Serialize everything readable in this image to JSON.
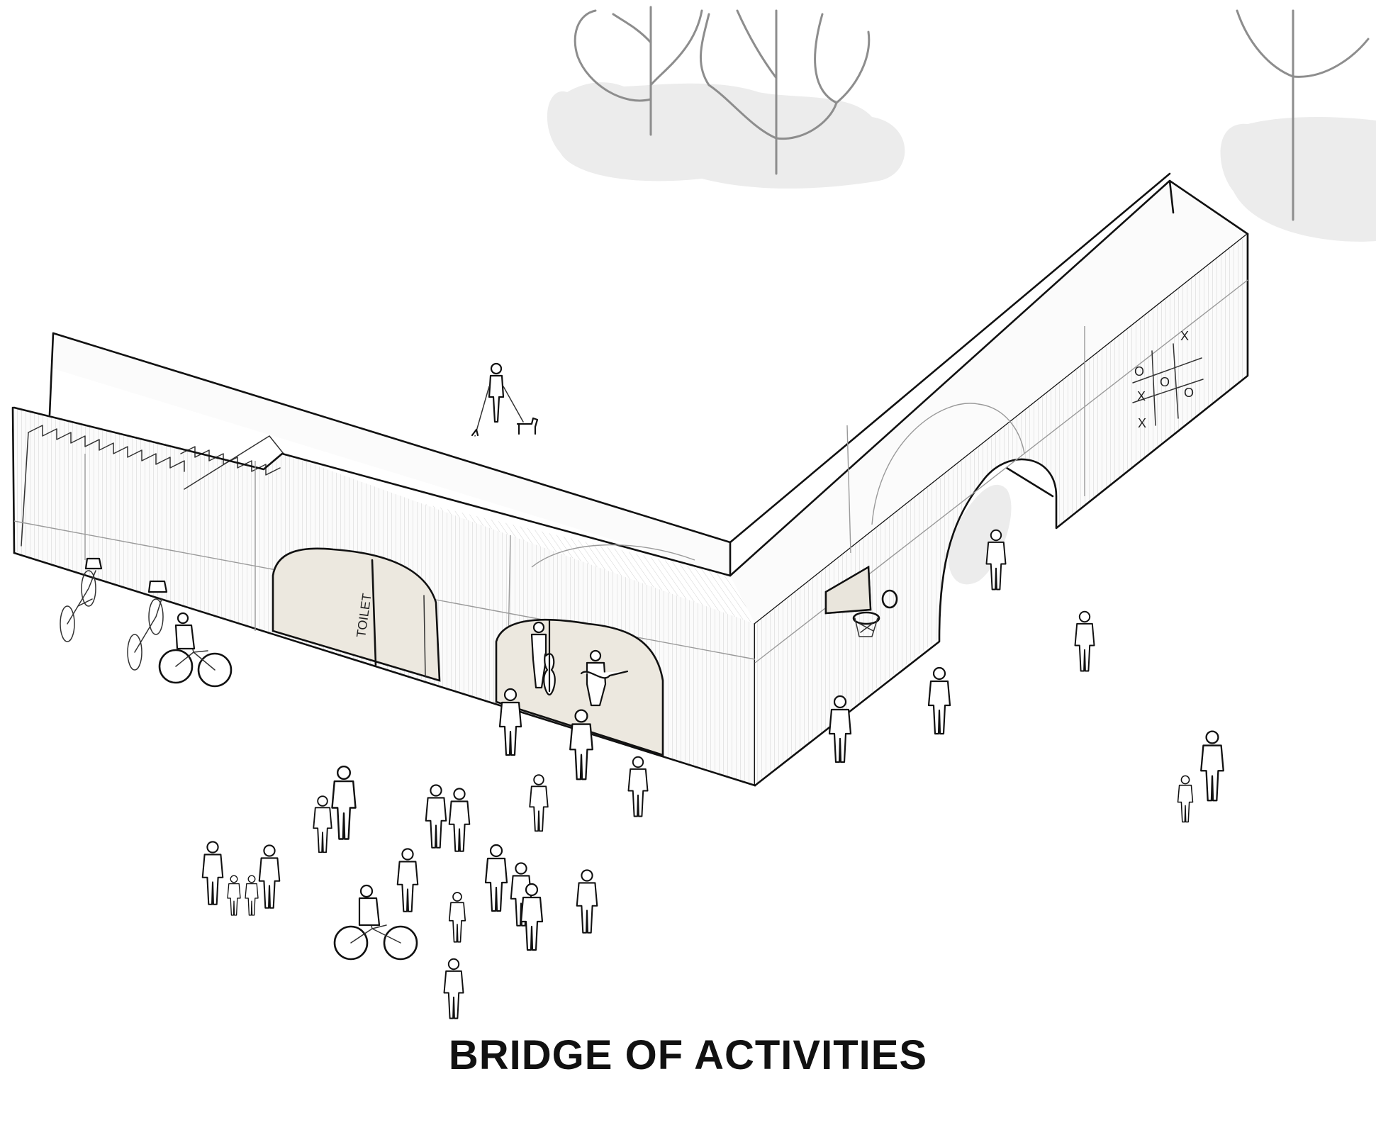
{
  "caption": "BRIDGE OF ACTIVITIES",
  "annotations": {
    "toilet_door": "TOILET"
  },
  "tic_tac_toe": {
    "cells": [
      "O",
      "",
      "X",
      "X",
      "O",
      "O",
      "X",
      "",
      ""
    ]
  }
}
